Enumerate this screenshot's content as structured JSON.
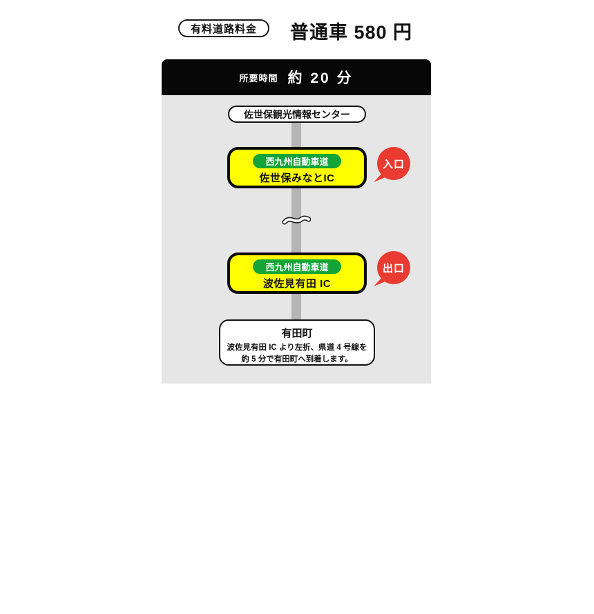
{
  "fee": {
    "badge_label": "有料道路料金",
    "amount_text": "普通車  580 円"
  },
  "panel": {
    "duration_label": "所要時間",
    "duration_value": "約 20 分",
    "origin": "佐世保観光情報センター",
    "entry": {
      "road_name": "西九州自動車道",
      "ic_name": "佐世保みなとIC",
      "bubble_label": "入口"
    },
    "exit": {
      "road_name": "西九州自動車道",
      "ic_name": "波佐見有田 IC",
      "bubble_label": "出口"
    },
    "destination": {
      "name": "有田町",
      "desc_line1": "波佐見有田 IC より左折、県道 4 号線を",
      "desc_line2": "約 5 分で有田町へ到着します。"
    }
  },
  "colors": {
    "panel_background": "#e6e6e6",
    "header_background": "#070707",
    "route_line": "#b5b5b5",
    "ic_box_fill": "#ffff00",
    "ic_box_border": "#0a0a0a",
    "road_pill_green": "#13a538",
    "bubble_red": "#e93b32",
    "text_black": "#111111",
    "text_white": "#ffffff"
  }
}
